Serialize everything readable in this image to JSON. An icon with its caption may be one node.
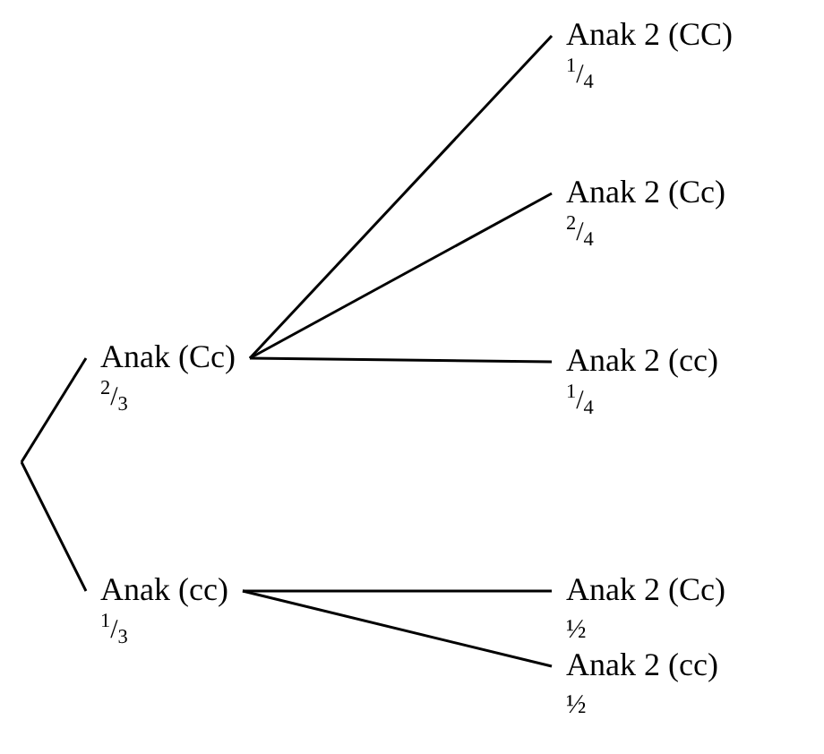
{
  "diagram": {
    "nodes": [
      {
        "text": [
          "Anak (Cc)",
          "$^{2}$/$_{3}$"
        ]
      },
      {
        "text": [
          "Anak (cc)",
          "$^{1}$/$_{3}$"
        ]
      },
      {
        "text": [
          "Anak 2 (CC)",
          "$^{1}$/$_{4}$"
        ]
      },
      {
        "text": [
          "Anak 2 (Cc)",
          "$^{2}$/$_{4}$"
        ]
      },
      {
        "text": [
          "Anak 2 (cc)",
          "$^{1}$/$_{4}$"
        ]
      },
      {
        "text": [
          "Anak 2 (Cc)",
          "½"
        ]
      },
      {
        "text": [
          "Anak 2 (cc)",
          "½"
        ]
      }
    ],
    "edges": [
      {
        "from": null,
        "to": 0,
        "arrow": "none"
      },
      {
        "from": null,
        "to": 1,
        "arrow": "none"
      },
      {
        "from": 0,
        "to": 2,
        "arrow": "none"
      },
      {
        "from": 0,
        "to": 3,
        "arrow": "none"
      },
      {
        "from": 0,
        "to": 4,
        "arrow": "none"
      },
      {
        "from": 1,
        "to": 5,
        "arrow": "none"
      },
      {
        "from": 1,
        "to": 6,
        "arrow": "none"
      }
    ]
  }
}
